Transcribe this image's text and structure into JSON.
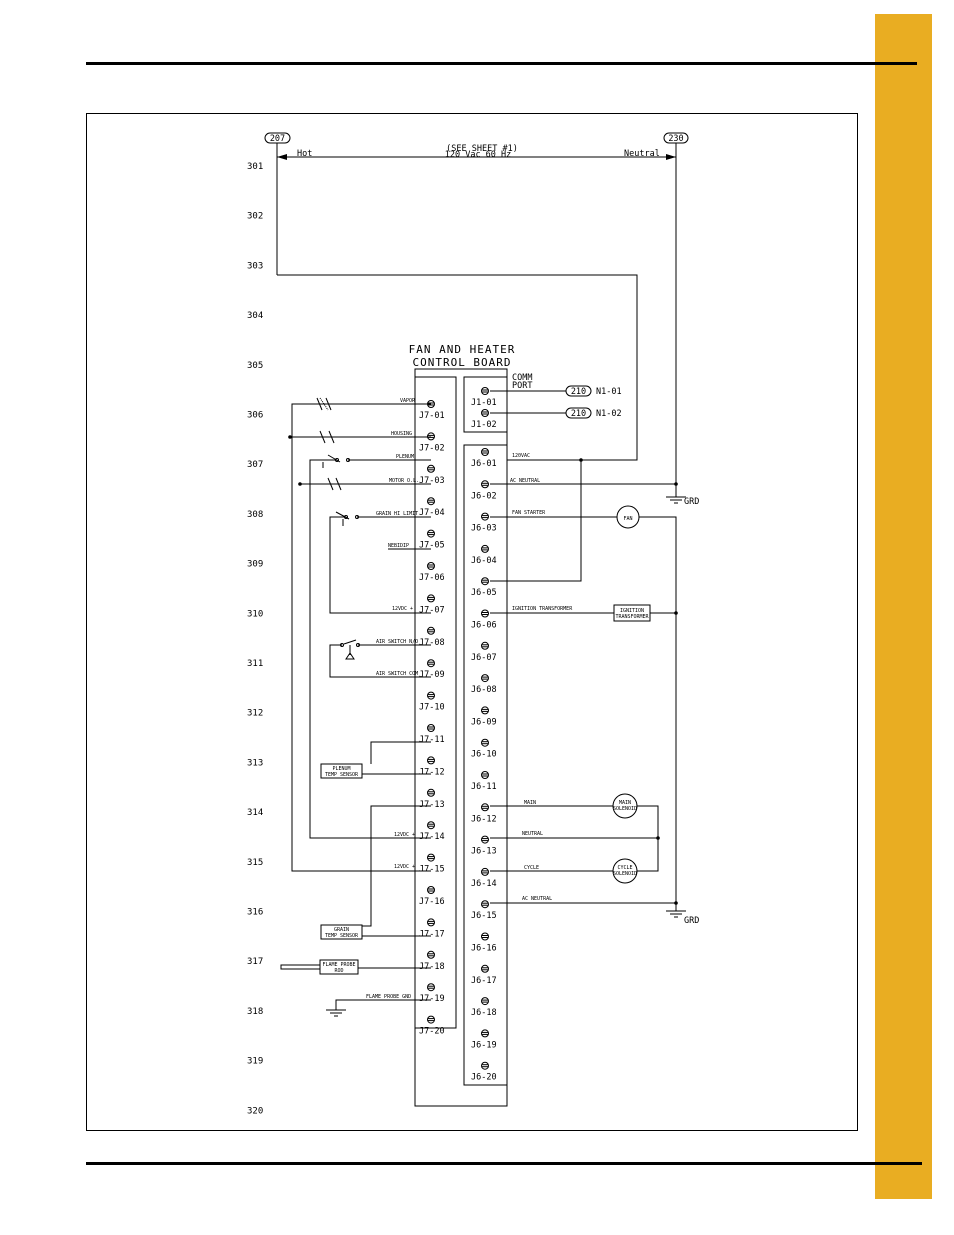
{
  "accent_color": "#e9ad22",
  "header": {
    "left_ref": "207",
    "right_ref": "230",
    "hot_label": "Hot",
    "neutral_label": "Neutral",
    "see_sheet": "(SEE SHEET #1)",
    "voltage": "120 Vac 60 Hz"
  },
  "board_title": {
    "line1": "FAN AND HEATER",
    "line2": "CONTROL BOARD"
  },
  "comm_port": {
    "line1": "COMM",
    "line2": "PORT"
  },
  "comm_refs": [
    {
      "ref": "210",
      "label": "N1-01"
    },
    {
      "ref": "210",
      "label": "N1-02"
    }
  ],
  "row_numbers": [
    "301",
    "302",
    "303",
    "304",
    "305",
    "306",
    "307",
    "308",
    "309",
    "310",
    "311",
    "312",
    "313",
    "314",
    "315",
    "316",
    "317",
    "318",
    "319",
    "320"
  ],
  "j1_terminals": [
    "J1-01",
    "J1-02"
  ],
  "j7_terminals": [
    "J7-01",
    "J7-02",
    "J7-03",
    "J7-04",
    "J7-05",
    "J7-06",
    "J7-07",
    "J7-08",
    "J7-09",
    "J7-10",
    "J7-11",
    "J7-12",
    "J7-13",
    "J7-14",
    "J7-15",
    "J7-16",
    "J7-17",
    "J7-18",
    "J7-19",
    "J7-20"
  ],
  "j6_terminals": [
    "J6-01",
    "J6-02",
    "J6-03",
    "J6-04",
    "J6-05",
    "J6-06",
    "J6-07",
    "J6-08",
    "J6-09",
    "J6-10",
    "J6-11",
    "J6-12",
    "J6-13",
    "J6-14",
    "J6-15",
    "J6-16",
    "J6-17",
    "J6-18",
    "J6-19",
    "J6-20"
  ],
  "j7_wire_labels": {
    "vapor": "VAPOR",
    "housing": "HOUSING",
    "plenum": "PLENUM",
    "motor_ol": "MOTOR O.L.",
    "grain_hi_limit": "GRAIN HI LIMIT",
    "nebidip": "NEBIDIP",
    "v12_08": "12VDC +",
    "air_switch_nfo": "AIR SWITCH N/O",
    "air_switch_com": "AIR SWITCH COM",
    "v12_15": "12VDC +",
    "v12_16": "12VDC +",
    "flame_probe_gnd": "FLAME PROBE GND"
  },
  "j6_wire_labels": {
    "j6_01": "120VAC",
    "j6_02": "AC NEUTRAL",
    "j6_03": "FAN STARTER",
    "j6_06": "IGNITION TRANSFORMER",
    "j6_12": "MAIN",
    "j6_13": "NEUTRAL",
    "j6_14": "CYCLE",
    "j6_15": "AC NEUTRAL"
  },
  "components": {
    "fan": "FAN",
    "ignition": {
      "line1": "IGNITION",
      "line2": "TRANSFORMER"
    },
    "main_solenoid": {
      "line1": "MAIN",
      "line2": "SOLENOID"
    },
    "cycle_solenoid": {
      "line1": "CYCLE",
      "line2": "SOLENOID"
    },
    "plenum_sensor": {
      "line1": "PLENUM",
      "line2": "TEMP SENSOR"
    },
    "grain_sensor": {
      "line1": "GRAIN",
      "line2": "TEMP SENSOR"
    },
    "flame_probe": {
      "line1": "FLAME PROBE",
      "line2": "ROD"
    }
  },
  "ground_label": "GRD"
}
